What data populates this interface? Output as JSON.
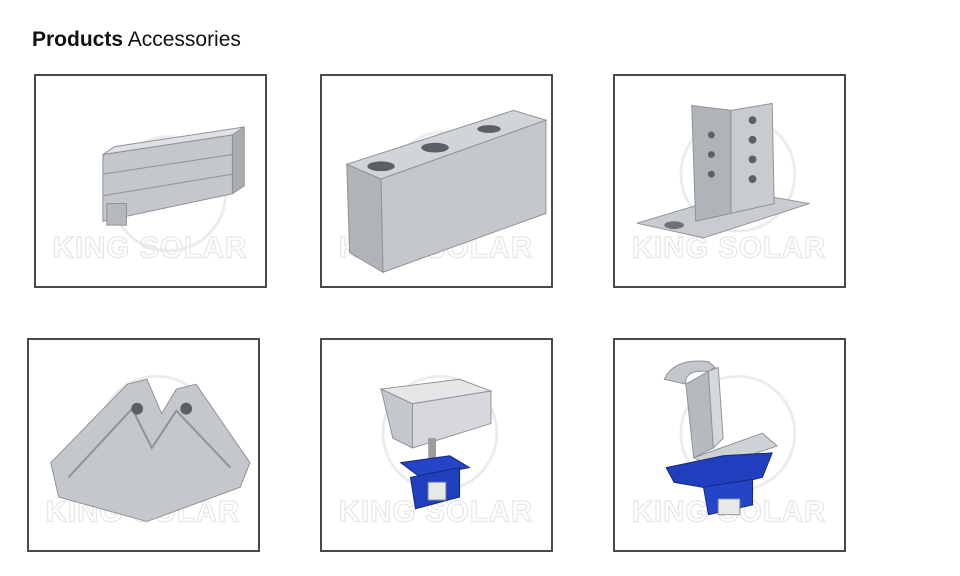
{
  "header": {
    "title_strong": "Products",
    "title_light": "Accessories"
  },
  "watermark": "KING SOLAR",
  "products": [
    {
      "name": "aluminum-rail-icon"
    },
    {
      "name": "slotted-u-channel-icon"
    },
    {
      "name": "l-bracket-base-plate-icon"
    },
    {
      "name": "bent-hook-bracket-icon"
    },
    {
      "name": "mid-clamp-icon"
    },
    {
      "name": "end-clamp-icon"
    }
  ],
  "colors": {
    "border": "#4a4a4a",
    "metal": "#c4c7cb",
    "metal_dark": "#8e9297",
    "plastic_blue": "#1f3fbf"
  }
}
